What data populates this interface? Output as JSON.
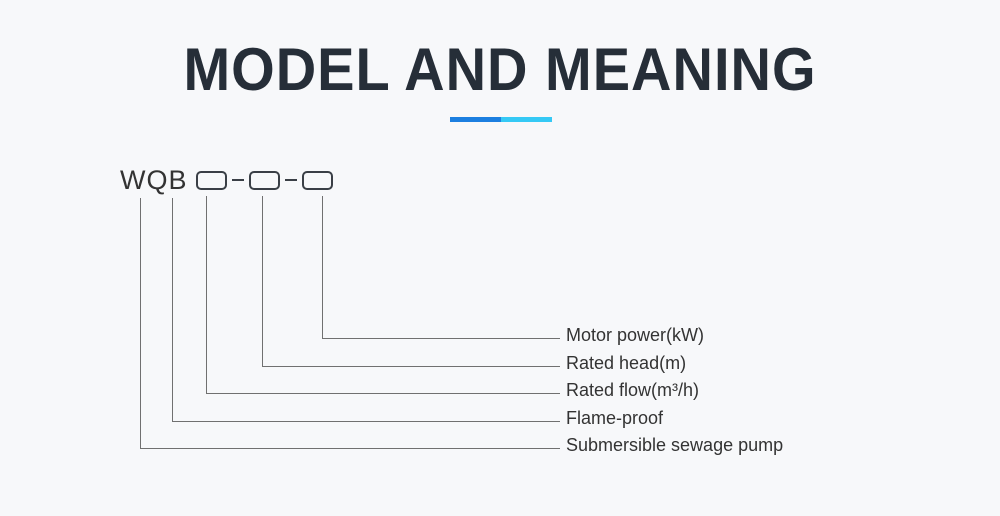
{
  "page": {
    "title": "MODEL AND MEANING"
  },
  "model_code": {
    "prefix": "WQB",
    "separator": "-",
    "placeholder_count": 3
  },
  "rows": [
    {
      "label": "Motor power(kW)"
    },
    {
      "label": "Rated head(m)"
    },
    {
      "label": "Rated flow(m³/h)"
    },
    {
      "label": "Flame-proof"
    },
    {
      "label": "Submersible sewage pump"
    }
  ],
  "colors": {
    "accent_blue": "#1c7fe0",
    "accent_cyan": "#35c9f5",
    "title_color": "#262e38",
    "line_color": "#707070",
    "label_color": "#333333",
    "background": "#f7f8fa"
  }
}
